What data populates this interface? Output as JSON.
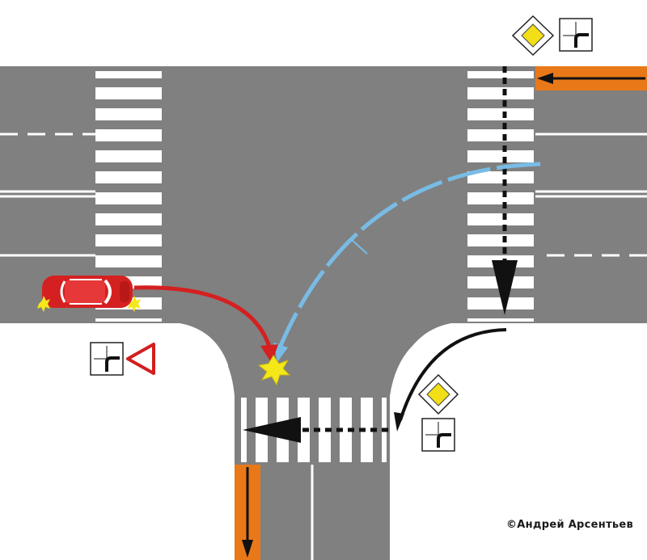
{
  "diagram": {
    "type": "traffic-intersection",
    "layout": "T-junction",
    "colors": {
      "road": "#808080",
      "pavement": "#ffffff",
      "crosswalk": "#ffffff",
      "main_road_highlight": "#e87818",
      "red_car": "#d42020",
      "red_car_path": "#d42020",
      "blue_car_path": "#78bce6",
      "main_road_arrow": "#111111",
      "collision_star": "#f4e81a",
      "priority_sign_fill": "#f2df17",
      "yield_sign_border": "#d21e1e"
    },
    "signs": [
      {
        "name": "main-road-sign",
        "type": "priority-road"
      },
      {
        "name": "direction-of-main-road-sign",
        "type": "main-road-direction-plate"
      },
      {
        "name": "yield-sign",
        "type": "give-way"
      }
    ],
    "paths": [
      {
        "name": "red-car-path",
        "vehicle": "red car",
        "maneuver": "right turn from secondary road"
      },
      {
        "name": "blue-car-path",
        "vehicle": "other vehicle",
        "maneuver": "left turn from the right-hand road"
      },
      {
        "name": "main-road-route",
        "maneuver": "main road turns from the top-right branch to the bottom branch"
      }
    ],
    "collision": {
      "present": true
    }
  },
  "footer": {
    "copyright": "©Андрей  Арсентьев"
  }
}
